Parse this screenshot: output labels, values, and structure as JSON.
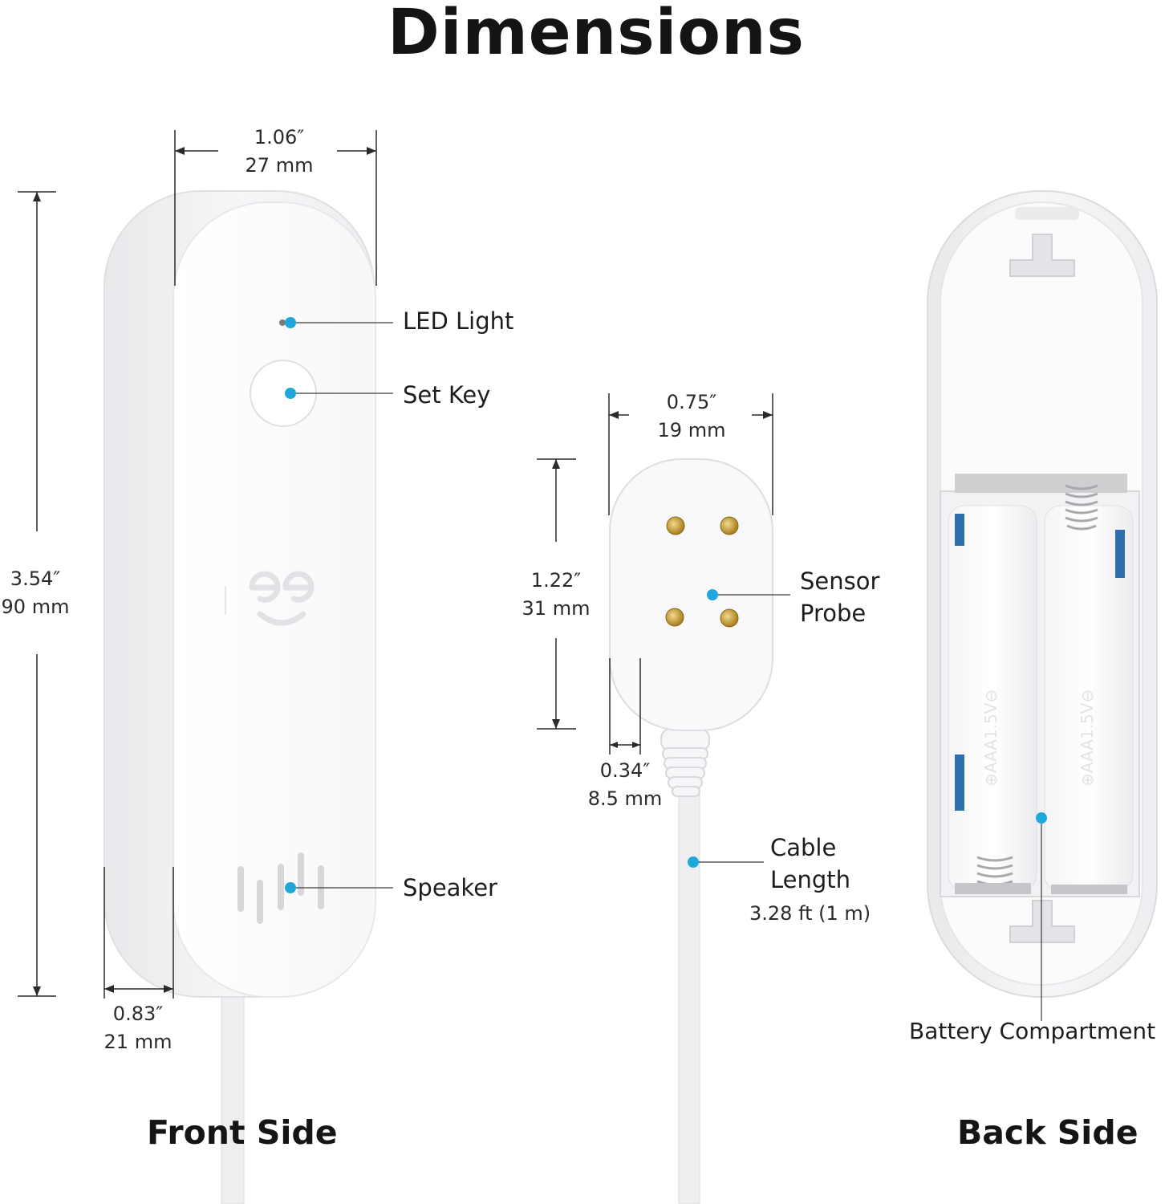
{
  "title": "Dimensions",
  "colors": {
    "callout_dot": "#1fa8dc",
    "device_body": "#f4f4f6",
    "device_face": "#ffffff",
    "pins": "#c8a13a",
    "spring": "#b8b8b8"
  },
  "front": {
    "caption": "Front Side",
    "width_in": "1.06″",
    "width_mm": "27 mm",
    "height_in": "3.54″",
    "height_mm": "90 mm",
    "depth_in": "0.83″",
    "depth_mm": "21 mm",
    "callouts": {
      "led": "LED Light",
      "set_key": "Set Key",
      "speaker": "Speaker"
    }
  },
  "probe": {
    "width_in": "0.75″",
    "width_mm": "19 mm",
    "height_in": "1.22″",
    "height_mm": "31 mm",
    "depth_in": "0.34″",
    "depth_mm": "8.5 mm",
    "callout_line1": "Sensor",
    "callout_line2": "Probe",
    "cable_line1": "Cable",
    "cable_line2": "Length",
    "cable_value": "3.28 ft (1 m)"
  },
  "back": {
    "caption": "Back Side",
    "battery_label": "Battery Compartment",
    "battery_mark": "⊕AAA1.5V⊖"
  }
}
